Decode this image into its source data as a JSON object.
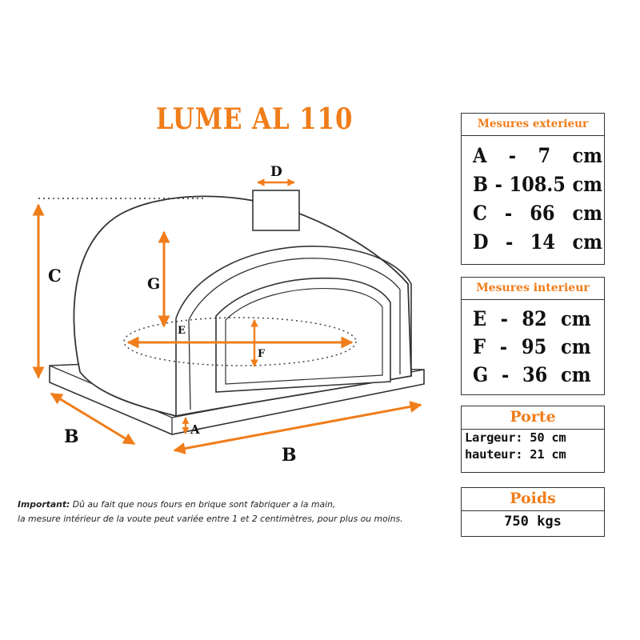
{
  "title": "LUME AL 110",
  "labels": {
    "A": "A",
    "B": "B",
    "C": "C",
    "D": "D",
    "E": "E",
    "F": "F",
    "G": "G"
  },
  "exterior": {
    "header": "Mesures exterieur",
    "rows": [
      {
        "letter": "A",
        "sep": "-",
        "value": "7",
        "unit": "cm"
      },
      {
        "letter": "B",
        "sep": "-",
        "value": "108.5",
        "unit": "cm"
      },
      {
        "letter": "C",
        "sep": "-",
        "value": "66",
        "unit": "cm"
      },
      {
        "letter": "D",
        "sep": "-",
        "value": "14",
        "unit": "cm"
      }
    ]
  },
  "interior": {
    "header": "Mesures interieur",
    "rows": [
      {
        "letter": "E",
        "sep": "-",
        "value": "82",
        "unit": "cm"
      },
      {
        "letter": "F",
        "sep": "-",
        "value": "95",
        "unit": "cm"
      },
      {
        "letter": "G",
        "sep": "-",
        "value": "36",
        "unit": "cm"
      }
    ]
  },
  "porte": {
    "header": "Porte",
    "largeur": "Largeur: 50 cm",
    "hauteur": "hauteur: 21 cm"
  },
  "poids": {
    "header": "Poids",
    "value": "750 kgs"
  },
  "note": {
    "line1_bold": "Important:",
    "line1": " Dû au fait que nous fours en brique sont fabriquer a la main,",
    "line2": "la mesure intérieur de la voute peut variée entre 1 et 2 centimètres, pour plus ou moins."
  },
  "colors": {
    "accent": "#f07d1a",
    "line": "#333333"
  }
}
